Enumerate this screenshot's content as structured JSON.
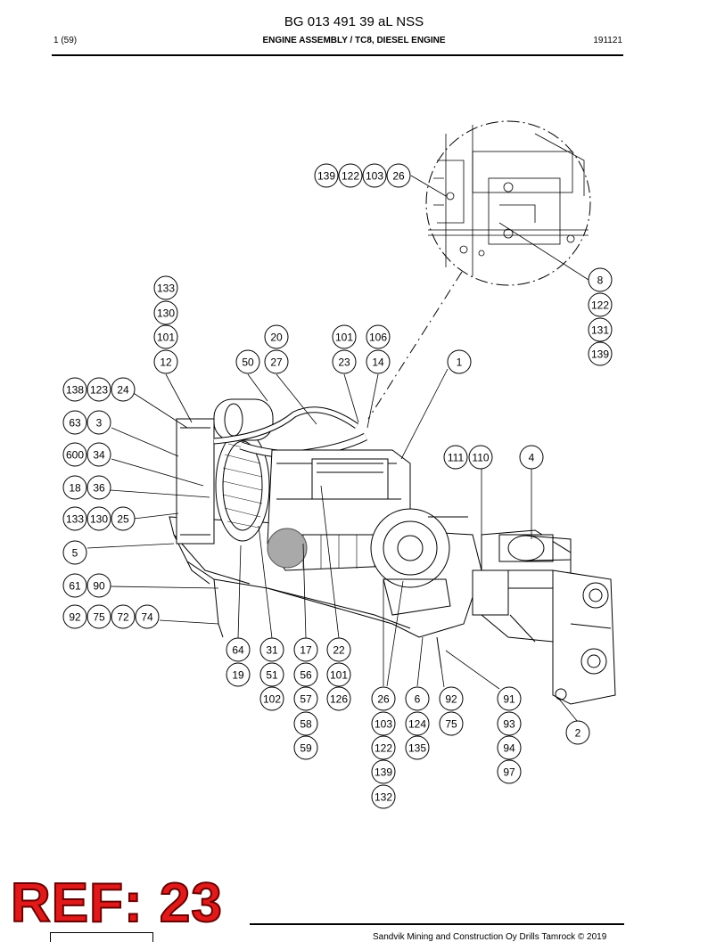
{
  "header": {
    "title": "BG 013 491 39 aL NSS",
    "page": "1 (59)",
    "section": "ENGINE ASSEMBLY / TC8, DIESEL ENGINE",
    "date": "191121"
  },
  "callouts": [
    {
      "label": "139"
    },
    {
      "label": "122"
    },
    {
      "label": "103"
    },
    {
      "label": "26"
    },
    {
      "label": "8"
    },
    {
      "label": "122"
    },
    {
      "label": "131"
    },
    {
      "label": "139"
    },
    {
      "label": "133"
    },
    {
      "label": "130"
    },
    {
      "label": "101"
    },
    {
      "label": "12"
    },
    {
      "label": "20"
    },
    {
      "label": "27"
    },
    {
      "label": "50"
    },
    {
      "label": "101"
    },
    {
      "label": "106"
    },
    {
      "label": "23"
    },
    {
      "label": "14"
    },
    {
      "label": "1"
    },
    {
      "label": "138"
    },
    {
      "label": "123"
    },
    {
      "label": "24"
    },
    {
      "label": "63"
    },
    {
      "label": "3"
    },
    {
      "label": "600"
    },
    {
      "label": "34"
    },
    {
      "label": "18"
    },
    {
      "label": "36"
    },
    {
      "label": "133"
    },
    {
      "label": "130"
    },
    {
      "label": "25"
    },
    {
      "label": "5"
    },
    {
      "label": "61"
    },
    {
      "label": "90"
    },
    {
      "label": "92"
    },
    {
      "label": "75"
    },
    {
      "label": "72"
    },
    {
      "label": "74"
    },
    {
      "label": "111"
    },
    {
      "label": "110"
    },
    {
      "label": "4"
    },
    {
      "label": "64"
    },
    {
      "label": "19"
    },
    {
      "label": "31"
    },
    {
      "label": "51"
    },
    {
      "label": "102"
    },
    {
      "label": "17"
    },
    {
      "label": "56"
    },
    {
      "label": "57"
    },
    {
      "label": "58"
    },
    {
      "label": "59"
    },
    {
      "label": "22"
    },
    {
      "label": "101"
    },
    {
      "label": "126"
    },
    {
      "label": "26"
    },
    {
      "label": "103"
    },
    {
      "label": "122"
    },
    {
      "label": "139"
    },
    {
      "label": "132"
    },
    {
      "label": "6"
    },
    {
      "label": "124"
    },
    {
      "label": "135"
    },
    {
      "label": "92"
    },
    {
      "label": "75"
    },
    {
      "label": "91"
    },
    {
      "label": "93"
    },
    {
      "label": "94"
    },
    {
      "label": "97"
    },
    {
      "label": "2"
    }
  ],
  "stamp": "REF: 23",
  "footer": {
    "text": "Sandvik Mining and Construction Oy Drills Tamrock © 2019"
  },
  "colors": {
    "stamp_fill": "#e01a1a",
    "stamp_outline": "#6a0000",
    "line": "#000000",
    "highlight_gray": "#a9a9a9"
  }
}
